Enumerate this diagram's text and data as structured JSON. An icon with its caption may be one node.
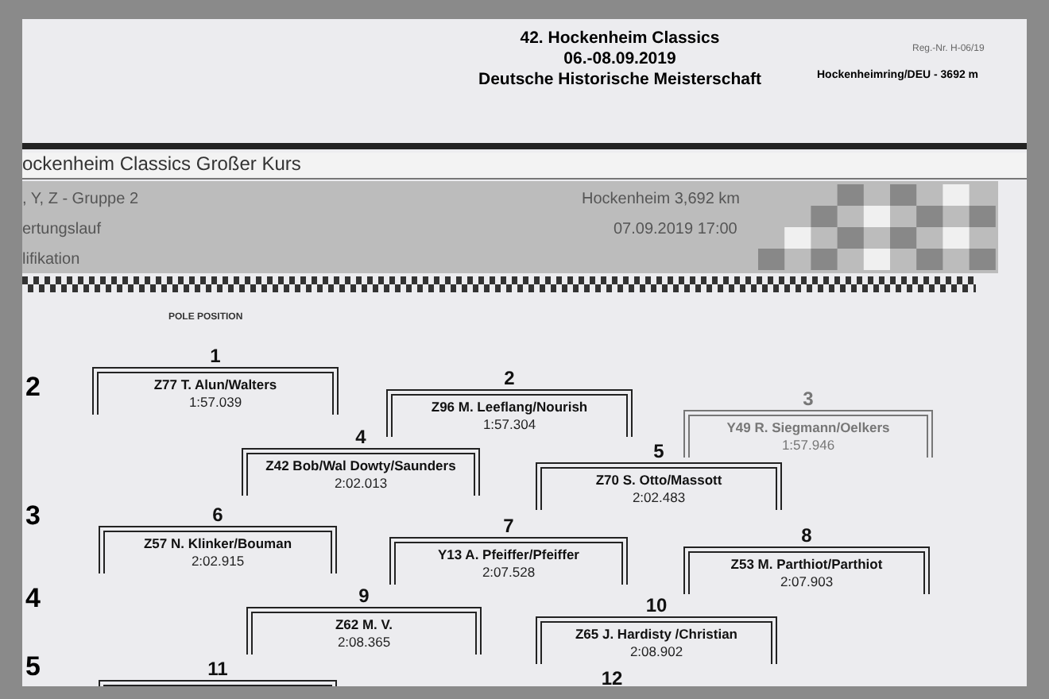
{
  "diagram": {
    "nodes": [
      {
        "text": [
          "Z77 T. Alun/Walters",
          "1:57.039"
        ],
        "beside": [
          "1"
        ]
      },
      {
        "text": [
          "Z96 M. Leeflang/Nourish",
          "1:57.304"
        ],
        "beside": [
          "2"
        ]
      },
      {
        "text": [
          "Y49 R. Siegmann/Oelkers",
          "1:57.946"
        ],
        "beside": [
          "3"
        ]
      },
      {
        "text": [
          "Z42 Bob/Wal Dowty/Saunders",
          "2:02.013"
        ],
        "beside": [
          "4"
        ]
      },
      {
        "text": [
          "Z70 S. Otto/Massott",
          "2:02.483"
        ],
        "beside": [
          "5"
        ]
      },
      {
        "text": [
          "Z57 N. Klinker/Bouman",
          "2:02.915"
        ],
        "beside": [
          "6"
        ]
      },
      {
        "text": [
          "Y13 A. Pfeiffer/Pfeiffer",
          "2:07.528"
        ],
        "beside": [
          "7"
        ]
      },
      {
        "text": [
          "Z53 M. Parthiot/Parthiot",
          "2:07.903"
        ],
        "beside": [
          "8"
        ]
      },
      {
        "text": [
          "Z62 M. V.",
          "2:08.365"
        ],
        "beside": [
          "9"
        ]
      },
      {
        "text": [
          "Z65 J. Hardisty /Christian",
          "2:08.902"
        ],
        "beside": [
          "10"
        ]
      },
      {
        "text": [],
        "shape": "box",
        "beside": [
          "11"
        ]
      },
      {
        "text": [],
        "shape": "box",
        "beside": [
          "12"
        ]
      }
    ],
    "edges": [],
    "labels": [
      "42. Hockenheim Classics",
      "06.-08.09.2019",
      "Deutsche Historische Meisterschaft",
      "Reg.-Nr. H-06/19",
      "Hockenheimring/DEU - 3692 m",
      "ockenheim Classics Großer Kurs",
      ", Y, Z - Gruppe 2",
      "Hockenheim 3,692 km",
      "ertungslauf",
      "07.09.2019 17:00",
      "lifikation",
      "POLE POSITION",
      "2",
      "3",
      "4",
      "5"
    ]
  }
}
